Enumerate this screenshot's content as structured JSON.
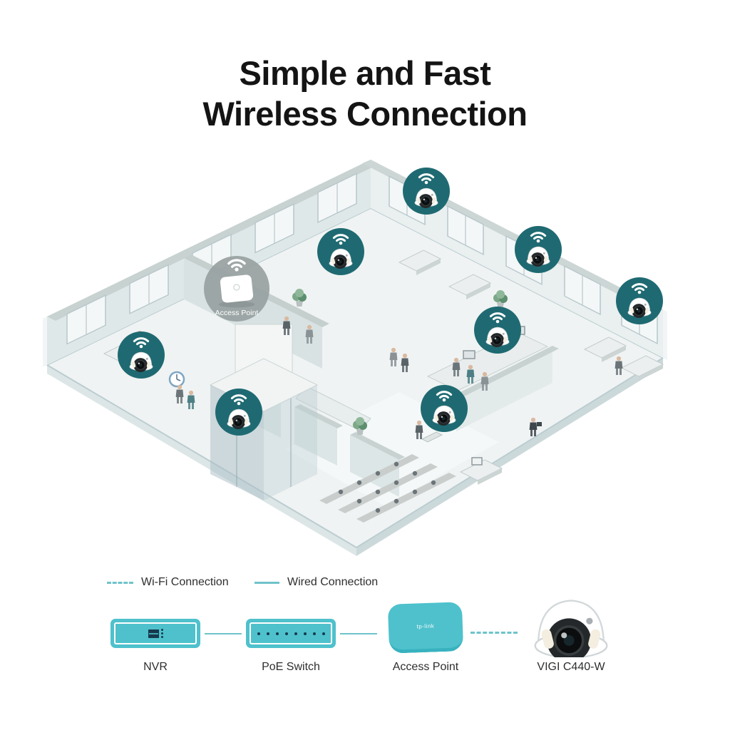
{
  "title": {
    "line1": "Simple and Fast",
    "line2": "Wireless Connection"
  },
  "scene": {
    "description": "isometric office floorplan",
    "access_point_label": "Access Point",
    "wireless_camera_count": 8,
    "camera_badges": [
      "camera-badge-1",
      "camera-badge-2",
      "camera-badge-3",
      "camera-badge-4",
      "camera-badge-5",
      "camera-badge-6",
      "camera-badge-7",
      "camera-badge-8"
    ]
  },
  "legend": {
    "wifi_label": "Wi-Fi Connection",
    "wired_label": "Wired Connection"
  },
  "devices": {
    "nvr_label": "NVR",
    "poe_label": "PoE Switch",
    "ap_label": "Access Point",
    "camera_label": "VIGI C440-W"
  },
  "colors": {
    "badge_teal": "#1f6a72",
    "device_teal": "#4ec1cc",
    "line_teal": "#6fc3ca",
    "title_color": "#141414"
  }
}
